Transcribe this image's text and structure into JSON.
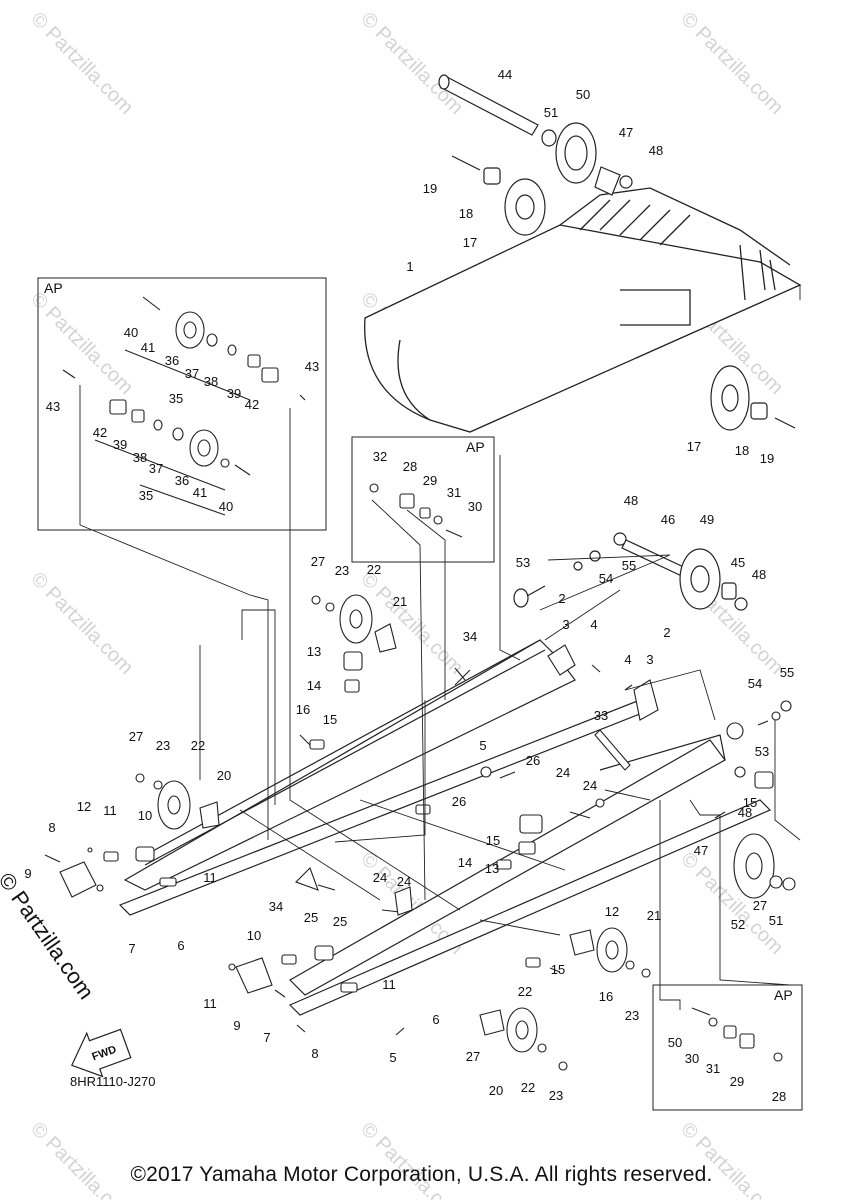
{
  "watermark": "© Partzilla.com",
  "side_watermark": "© Partzilla.com",
  "diagram_code": "8HR1110-J270",
  "fwd_label": "FWD",
  "ap_labels": [
    "AP",
    "AP",
    "AP"
  ],
  "copyright": "©2017 Yamaha Motor Corporation, U.S.A. All rights reserved.",
  "callouts": [
    "44",
    "50",
    "51",
    "47",
    "48",
    "19",
    "18",
    "17",
    "1",
    "40",
    "41",
    "36",
    "37",
    "38",
    "39",
    "42",
    "43",
    "35",
    "43",
    "42",
    "39",
    "38",
    "37",
    "36",
    "41",
    "40",
    "35",
    "17",
    "18",
    "19",
    "32",
    "28",
    "29",
    "31",
    "30",
    "48",
    "46",
    "49",
    "45",
    "48",
    "53",
    "54",
    "55",
    "2",
    "3",
    "4",
    "27",
    "23",
    "22",
    "21",
    "13",
    "14",
    "16",
    "15",
    "34",
    "2",
    "4",
    "3",
    "55",
    "54",
    "53",
    "33",
    "27",
    "23",
    "22",
    "20",
    "12",
    "11",
    "10",
    "8",
    "9",
    "11",
    "7",
    "6",
    "5",
    "26",
    "24",
    "24",
    "26",
    "15",
    "13",
    "14",
    "15",
    "48",
    "47",
    "34",
    "25",
    "24",
    "24",
    "25",
    "10",
    "11",
    "11",
    "9",
    "7",
    "8",
    "6",
    "5",
    "12",
    "21",
    "22",
    "15",
    "16",
    "23",
    "27",
    "20",
    "22",
    "23",
    "27",
    "51",
    "52",
    "50",
    "30",
    "31",
    "29",
    "28",
    "32"
  ]
}
